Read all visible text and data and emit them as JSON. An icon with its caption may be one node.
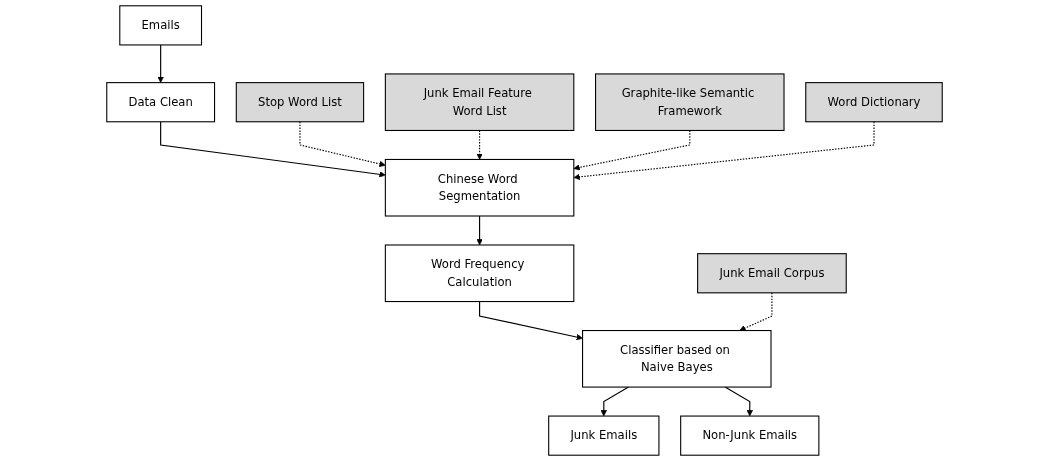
{
  "diagram": {
    "nodes": [
      {
        "text": [
          "Emails"
        ]
      },
      {
        "text": [
          "Data Clean"
        ]
      },
      {
        "text": [
          "Stop Word List"
        ]
      },
      {
        "text": [
          "Word Frequency Calculation"
        ]
      },
      {
        "text": [
          "Chinese Word Segmentation"
        ]
      },
      {
        "text": [
          "Junk Email Feature Word List"
        ]
      },
      {
        "text": [
          "Graphite-like Semantic Framework"
        ]
      },
      {
        "text": [
          "Junk Email Corpus"
        ]
      },
      {
        "text": [
          "Classifier based on Naive Bayes"
        ]
      },
      {
        "text": [
          "Word Dictionary"
        ]
      },
      {
        "text": [
          "Junk Emails"
        ]
      },
      {
        "text": [
          "Non-Junk Emails"
        ]
      }
    ],
    "edges": [
      {
        "from": 0,
        "to": 1,
        "arrow": "to"
      },
      {
        "from": 1,
        "to": 4,
        "arrow": "to"
      },
      {
        "from": 4,
        "to": 3,
        "arrow": "to"
      },
      {
        "from": 3,
        "to": 8,
        "arrow": "to"
      },
      {
        "from": 2,
        "to": 4,
        "arrow": "to",
        "style": "dashed"
      },
      {
        "from": 5,
        "to": 4,
        "arrow": "to",
        "style": "dashed"
      },
      {
        "from": 6,
        "to": 4,
        "arrow": "to",
        "style": "dashed"
      },
      {
        "from": 9,
        "to": 4,
        "arrow": "to",
        "style": "dashed"
      },
      {
        "from": 7,
        "to": 8,
        "arrow": "to",
        "style": "dashed"
      },
      {
        "from": 8,
        "to": 10,
        "arrow": "to"
      },
      {
        "from": 8,
        "to": 11,
        "arrow": "to"
      }
    ]
  }
}
